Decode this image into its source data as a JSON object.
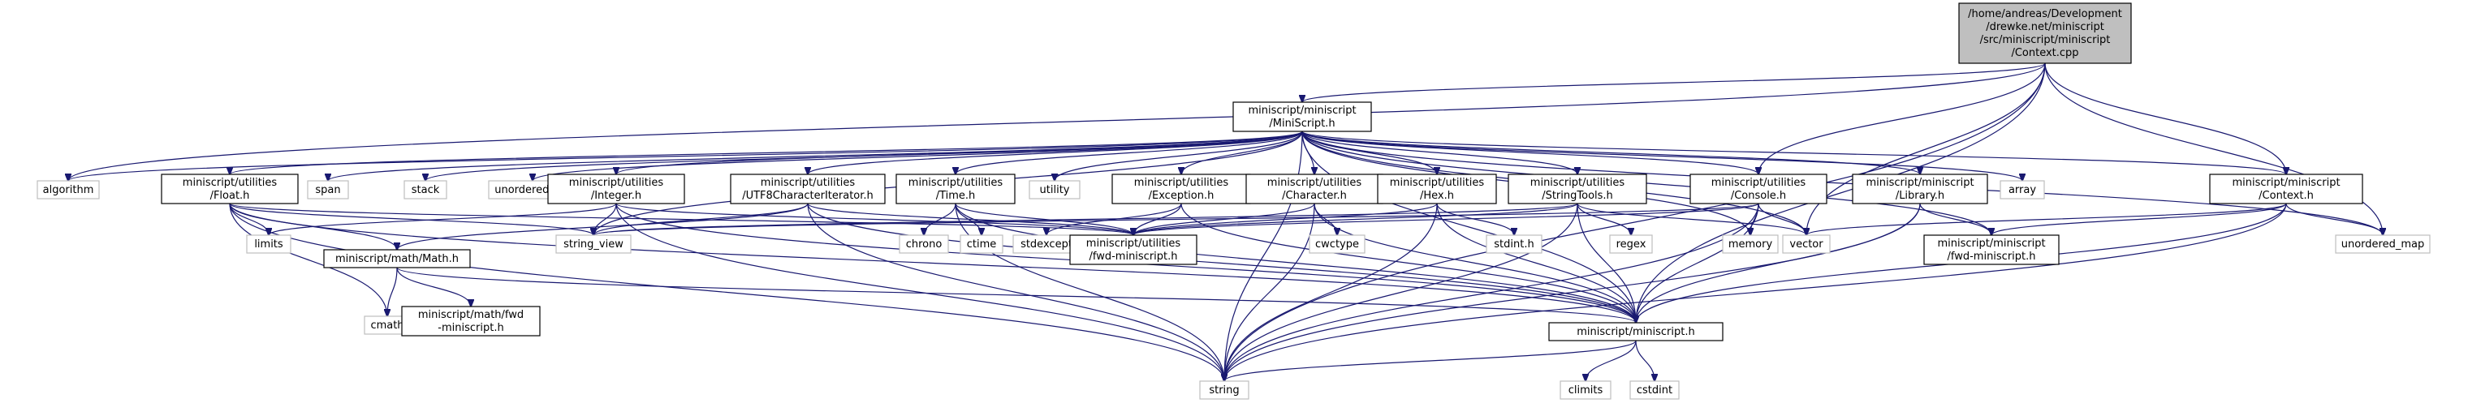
{
  "root": {
    "id": "context_cpp",
    "lines": [
      "/home/andreas/Development",
      "/drewke.net/miniscript",
      "/src/miniscript/miniscript",
      "/Context.cpp"
    ]
  },
  "nodes": [
    {
      "id": "minis_h",
      "lines": [
        "miniscript/miniscript",
        "/MiniScript.h"
      ],
      "kind": "hdr"
    },
    {
      "id": "algorithm",
      "lines": [
        "algorithm"
      ],
      "kind": "sys"
    },
    {
      "id": "float_h",
      "lines": [
        "miniscript/utilities",
        "/Float.h"
      ],
      "kind": "hdr"
    },
    {
      "id": "span",
      "lines": [
        "span"
      ],
      "kind": "sys"
    },
    {
      "id": "stack",
      "lines": [
        "stack"
      ],
      "kind": "sys"
    },
    {
      "id": "unordered_set",
      "lines": [
        "unordered_set"
      ],
      "kind": "sys"
    },
    {
      "id": "integer_h",
      "lines": [
        "miniscript/utilities",
        "/Integer.h"
      ],
      "kind": "hdr"
    },
    {
      "id": "utf8_h",
      "lines": [
        "miniscript/utilities",
        "/UTF8CharacterIterator.h"
      ],
      "kind": "hdr"
    },
    {
      "id": "time_h",
      "lines": [
        "miniscript/utilities",
        "/Time.h"
      ],
      "kind": "hdr"
    },
    {
      "id": "utility",
      "lines": [
        "utility"
      ],
      "kind": "sys"
    },
    {
      "id": "exception_h",
      "lines": [
        "miniscript/utilities",
        "/Exception.h"
      ],
      "kind": "hdr"
    },
    {
      "id": "character_h",
      "lines": [
        "miniscript/utilities",
        "/Character.h"
      ],
      "kind": "hdr"
    },
    {
      "id": "hex_h",
      "lines": [
        "miniscript/utilities",
        "/Hex.h"
      ],
      "kind": "hdr"
    },
    {
      "id": "stringtools_h",
      "lines": [
        "miniscript/utilities",
        "/StringTools.h"
      ],
      "kind": "hdr"
    },
    {
      "id": "console_h",
      "lines": [
        "miniscript/utilities",
        "/Console.h"
      ],
      "kind": "hdr"
    },
    {
      "id": "library_h",
      "lines": [
        "miniscript/miniscript",
        "/Library.h"
      ],
      "kind": "hdr"
    },
    {
      "id": "array",
      "lines": [
        "array"
      ],
      "kind": "sys"
    },
    {
      "id": "context_h",
      "lines": [
        "miniscript/miniscript",
        "/Context.h"
      ],
      "kind": "hdr"
    },
    {
      "id": "limits",
      "lines": [
        "limits"
      ],
      "kind": "sys"
    },
    {
      "id": "string_view",
      "lines": [
        "string_view"
      ],
      "kind": "sys"
    },
    {
      "id": "math_h",
      "lines": [
        "miniscript/math/Math.h"
      ],
      "kind": "hdr"
    },
    {
      "id": "cmath",
      "lines": [
        "cmath"
      ],
      "kind": "sys"
    },
    {
      "id": "fwd_math_h",
      "lines": [
        "miniscript/math/fwd",
        "-miniscript.h"
      ],
      "kind": "hdr"
    },
    {
      "id": "chrono",
      "lines": [
        "chrono"
      ],
      "kind": "sys"
    },
    {
      "id": "ctime",
      "lines": [
        "ctime"
      ],
      "kind": "sys"
    },
    {
      "id": "stdexcept",
      "lines": [
        "stdexcept"
      ],
      "kind": "sys"
    },
    {
      "id": "fwd_util_h",
      "lines": [
        "miniscript/utilities",
        "/fwd-miniscript.h"
      ],
      "kind": "hdr"
    },
    {
      "id": "cwctype",
      "lines": [
        "cwctype"
      ],
      "kind": "sys"
    },
    {
      "id": "stdint_h",
      "lines": [
        "stdint.h"
      ],
      "kind": "sys"
    },
    {
      "id": "regex",
      "lines": [
        "regex"
      ],
      "kind": "sys"
    },
    {
      "id": "memory",
      "lines": [
        "memory"
      ],
      "kind": "sys"
    },
    {
      "id": "vector",
      "lines": [
        "vector"
      ],
      "kind": "sys"
    },
    {
      "id": "fwd_minis_h",
      "lines": [
        "miniscript/miniscript",
        "/fwd-miniscript.h"
      ],
      "kind": "hdr"
    },
    {
      "id": "unordered_map",
      "lines": [
        "unordered_map"
      ],
      "kind": "sys"
    },
    {
      "id": "miniscript_h",
      "lines": [
        "miniscript/miniscript.h"
      ],
      "kind": "hdr"
    },
    {
      "id": "climits",
      "lines": [
        "climits"
      ],
      "kind": "sys"
    },
    {
      "id": "cstdint",
      "lines": [
        "cstdint"
      ],
      "kind": "sys"
    },
    {
      "id": "string",
      "lines": [
        "string"
      ],
      "kind": "sys"
    }
  ],
  "edges": [
    [
      "context_cpp",
      "minis_h"
    ],
    [
      "context_cpp",
      "algorithm"
    ],
    [
      "context_cpp",
      "console_h"
    ],
    [
      "context_cpp",
      "context_h"
    ],
    [
      "context_cpp",
      "vector"
    ],
    [
      "context_cpp",
      "unordered_map"
    ],
    [
      "context_cpp",
      "miniscript_h"
    ],
    [
      "context_cpp",
      "string"
    ],
    [
      "minis_h",
      "algorithm"
    ],
    [
      "minis_h",
      "float_h"
    ],
    [
      "minis_h",
      "span"
    ],
    [
      "minis_h",
      "stack"
    ],
    [
      "minis_h",
      "unordered_set"
    ],
    [
      "minis_h",
      "integer_h"
    ],
    [
      "minis_h",
      "utf8_h"
    ],
    [
      "minis_h",
      "time_h"
    ],
    [
      "minis_h",
      "utility"
    ],
    [
      "minis_h",
      "exception_h"
    ],
    [
      "minis_h",
      "character_h"
    ],
    [
      "minis_h",
      "hex_h"
    ],
    [
      "minis_h",
      "stringtools_h"
    ],
    [
      "minis_h",
      "console_h"
    ],
    [
      "minis_h",
      "library_h"
    ],
    [
      "minis_h",
      "array"
    ],
    [
      "minis_h",
      "context_h"
    ],
    [
      "minis_h",
      "string_view"
    ],
    [
      "minis_h",
      "memory"
    ],
    [
      "minis_h",
      "vector"
    ],
    [
      "minis_h",
      "fwd_minis_h"
    ],
    [
      "minis_h",
      "unordered_map"
    ],
    [
      "minis_h",
      "miniscript_h"
    ],
    [
      "minis_h",
      "string"
    ],
    [
      "float_h",
      "limits"
    ],
    [
      "float_h",
      "string_view"
    ],
    [
      "float_h",
      "math_h"
    ],
    [
      "float_h",
      "cmath"
    ],
    [
      "float_h",
      "string"
    ],
    [
      "float_h",
      "fwd_util_h"
    ],
    [
      "float_h",
      "miniscript_h"
    ],
    [
      "integer_h",
      "limits"
    ],
    [
      "integer_h",
      "string_view"
    ],
    [
      "integer_h",
      "string"
    ],
    [
      "integer_h",
      "fwd_util_h"
    ],
    [
      "integer_h",
      "miniscript_h"
    ],
    [
      "utf8_h",
      "math_h"
    ],
    [
      "utf8_h",
      "string_view"
    ],
    [
      "utf8_h",
      "string"
    ],
    [
      "utf8_h",
      "fwd_util_h"
    ],
    [
      "utf8_h",
      "miniscript_h"
    ],
    [
      "time_h",
      "chrono"
    ],
    [
      "time_h",
      "ctime"
    ],
    [
      "time_h",
      "string"
    ],
    [
      "time_h",
      "fwd_util_h"
    ],
    [
      "time_h",
      "miniscript_h"
    ],
    [
      "exception_h",
      "stdexcept"
    ],
    [
      "exception_h",
      "fwd_util_h"
    ],
    [
      "exception_h",
      "miniscript_h"
    ],
    [
      "character_h",
      "cwctype"
    ],
    [
      "character_h",
      "string"
    ],
    [
      "character_h",
      "fwd_util_h"
    ],
    [
      "character_h",
      "miniscript_h"
    ],
    [
      "hex_h",
      "stdint_h"
    ],
    [
      "hex_h",
      "string"
    ],
    [
      "hex_h",
      "fwd_util_h"
    ],
    [
      "hex_h",
      "miniscript_h"
    ],
    [
      "stringtools_h",
      "regex"
    ],
    [
      "stringtools_h",
      "string_view"
    ],
    [
      "stringtools_h",
      "vector"
    ],
    [
      "stringtools_h",
      "string"
    ],
    [
      "stringtools_h",
      "fwd_util_h"
    ],
    [
      "stringtools_h",
      "miniscript_h"
    ],
    [
      "console_h",
      "memory"
    ],
    [
      "console_h",
      "string_view"
    ],
    [
      "console_h",
      "vector"
    ],
    [
      "console_h",
      "string"
    ],
    [
      "console_h",
      "fwd_util_h"
    ],
    [
      "console_h",
      "miniscript_h"
    ],
    [
      "library_h",
      "fwd_minis_h"
    ],
    [
      "library_h",
      "string"
    ],
    [
      "library_h",
      "miniscript_h"
    ],
    [
      "context_h",
      "vector"
    ],
    [
      "context_h",
      "fwd_minis_h"
    ],
    [
      "context_h",
      "unordered_map"
    ],
    [
      "context_h",
      "string"
    ],
    [
      "context_h",
      "miniscript_h"
    ],
    [
      "math_h",
      "cmath"
    ],
    [
      "math_h",
      "fwd_math_h"
    ],
    [
      "math_h",
      "miniscript_h"
    ],
    [
      "miniscript_h",
      "climits"
    ],
    [
      "miniscript_h",
      "cstdint"
    ],
    [
      "miniscript_h",
      "string"
    ]
  ]
}
